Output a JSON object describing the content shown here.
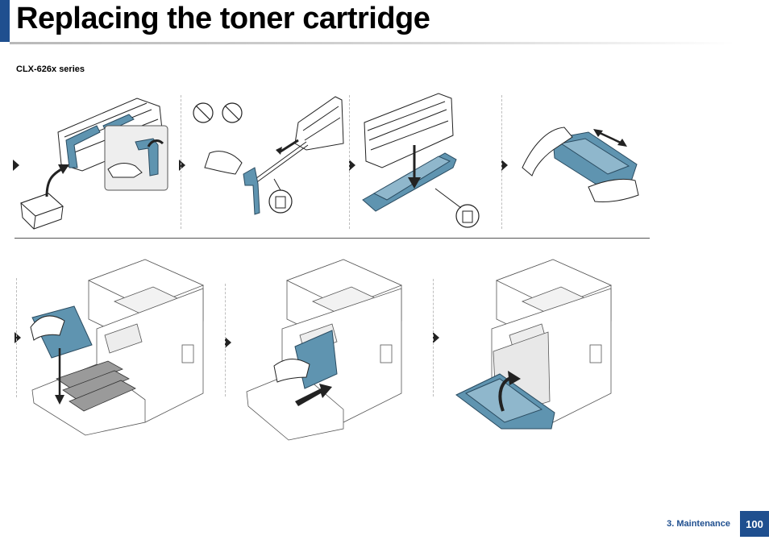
{
  "header": {
    "title": "Replacing the toner cartridge",
    "accent_color": "#1f4f8f"
  },
  "section": {
    "series_label": "CLX-626x series"
  },
  "steps": {
    "top_row": [
      {
        "icon": "remove-cartridge-from-packaging-illustration"
      },
      {
        "icon": "remove-protective-strip-illustration"
      },
      {
        "icon": "remove-cartridge-cover-illustration"
      },
      {
        "icon": "shake-cartridge-illustration"
      }
    ],
    "bottom_row": [
      {
        "icon": "insert-cartridge-illustration"
      },
      {
        "icon": "push-cartridge-in-illustration"
      },
      {
        "icon": "close-front-cover-illustration"
      }
    ],
    "illustration_color": "#5f94b0"
  },
  "footer": {
    "section_label": "3. Maintenance",
    "page_number": "100"
  }
}
